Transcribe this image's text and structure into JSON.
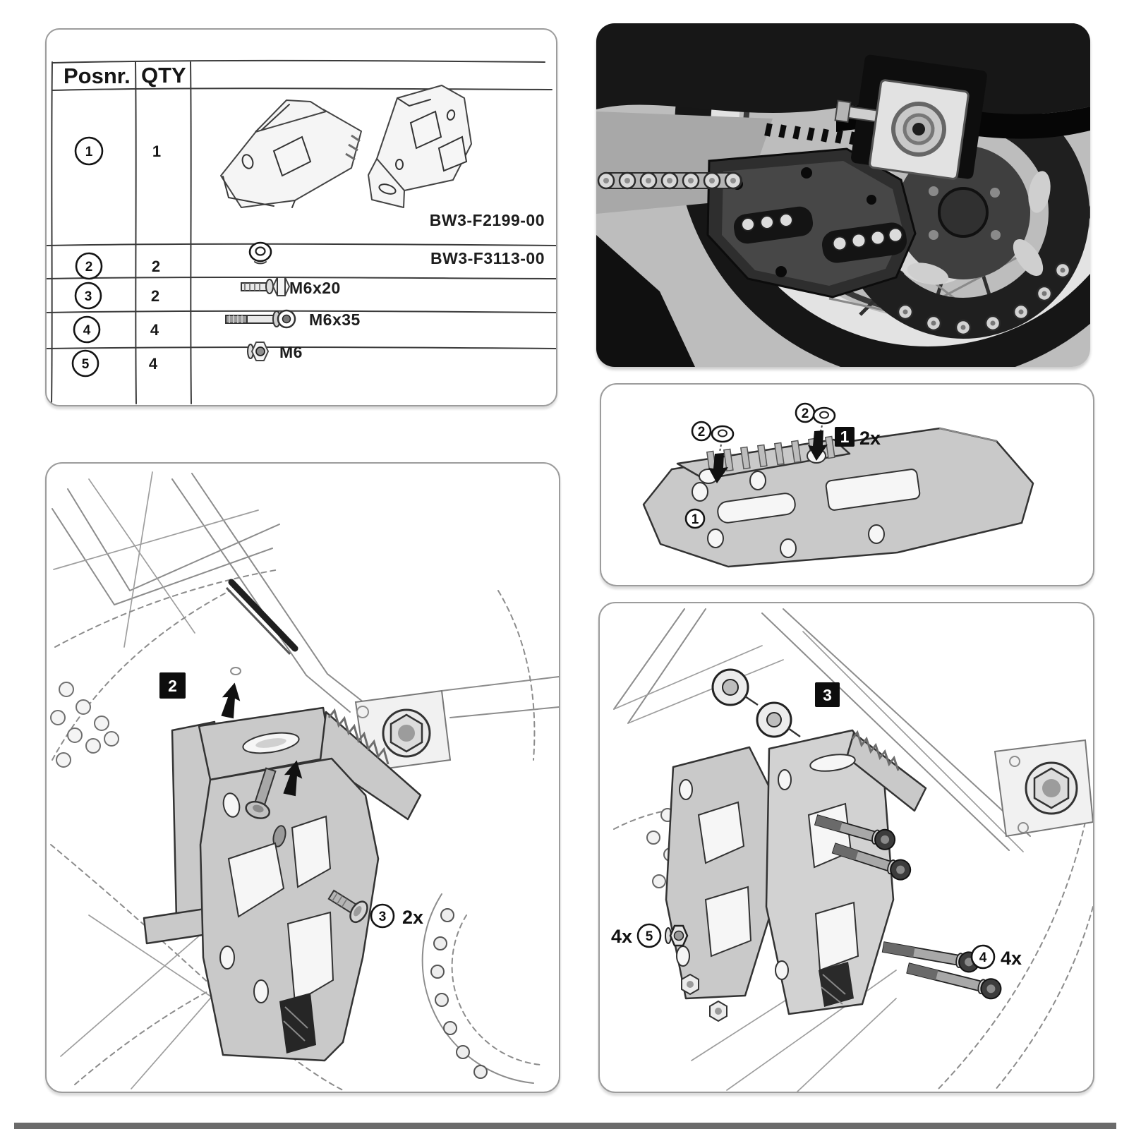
{
  "colors": {
    "badge_bg": "#0d0d0d",
    "badge_text": "#ffffff",
    "sketch_line": "#8c8c8c",
    "part_fill": "#c9c9c9",
    "panel_border": "#9c9c9c",
    "footer_bar": "#6b6b6b"
  },
  "parts_table": {
    "headers": {
      "pos": "Posnr.",
      "qty": "QTY"
    },
    "rows": [
      {
        "pos": "1",
        "qty": "1",
        "label": "BW3-F2199-00"
      },
      {
        "pos": "2",
        "qty": "2",
        "label": "BW3-F3113-00"
      },
      {
        "pos": "3",
        "qty": "2",
        "label": "M6x20"
      },
      {
        "pos": "4",
        "qty": "4",
        "label": "M6x35"
      },
      {
        "pos": "5",
        "qty": "4",
        "label": "M6"
      }
    ]
  },
  "step1": {
    "badge": "1",
    "count": "2x",
    "washer_ref": "2",
    "part_ref": "1"
  },
  "step2": {
    "badge": "2",
    "bolt_ref": "3",
    "count": "2x"
  },
  "step3": {
    "badge": "3",
    "nut_count": "4x",
    "nut_ref": "5",
    "bolt_ref": "4",
    "bolt_count": "4x"
  }
}
